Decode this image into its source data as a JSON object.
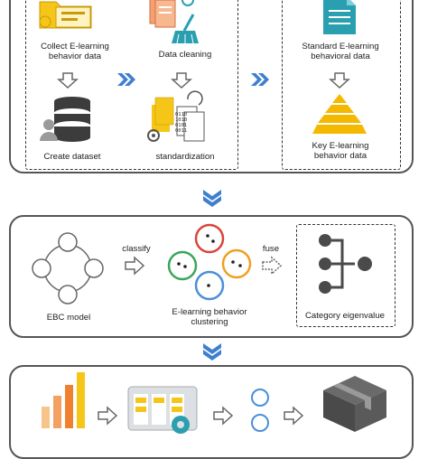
{
  "top": {
    "collect_label": "Collect E-learning\nbehavior data",
    "clean_label": "Data  cleaning",
    "dataset_label": "Create dataset",
    "standardization_label": "standardization",
    "standard_label": "Standard E-learning\nbehavioral data",
    "key_label": "Key E-learning\nbehavior  data"
  },
  "middle": {
    "ebc_label": "EBC model",
    "classify_label": "classify",
    "clustering_label": "E-learning behavior\nclustering",
    "fuse_label": "fuse",
    "eigen_label": "Category eigenvalue"
  },
  "bits": [
    "0110",
    "1010",
    "0101",
    "0011"
  ],
  "colors": {
    "arrow_blue": "#3f7fcf",
    "cluster_red": "#d9453b",
    "cluster_green": "#3aa65a",
    "cluster_orange": "#f0a020",
    "cluster_blue": "#4a8fd9",
    "accent_yellow": "#f5c518",
    "accent_teal": "#2a9fb0"
  }
}
